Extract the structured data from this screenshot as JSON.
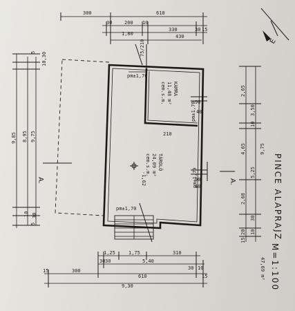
{
  "drawing": {
    "title": "PINCE ALAPRAJZ",
    "scale": "M=1:100",
    "area": "47,69 m²",
    "section_marks": [
      "A.",
      "A."
    ]
  },
  "rooms": [
    {
      "name": "KAMRA",
      "area": "11,48 m²",
      "floor": "cem.s.m."
    },
    {
      "name": "TÁROLÓ",
      "area": "24,09 m²",
      "floor": "cem.s.m."
    }
  ],
  "levels": {
    "kamra_level": "pm±1,70",
    "corner_level": "pm±1,70",
    "mid_level": "pm±1,70",
    "bottom_level": "pm±1,70",
    "center_mark": "-1,62"
  },
  "openings": {
    "door_top": "75/210",
    "door_inner": "210",
    "window_right_1_w": "90",
    "window_right_1_h": "40",
    "window_right_2_w": "90",
    "window_right_2_h": "40"
  },
  "top_dims": {
    "row1": [
      "300",
      "610"
    ],
    "row2": [
      "30",
      "200",
      "10",
      "330",
      "30",
      "15"
    ],
    "row3": [
      "1,80",
      "430"
    ]
  },
  "left_dims": {
    "outer": [
      "9,85",
      "8,95",
      "9,75"
    ],
    "small": [
      "10,30",
      "5",
      "30",
      "10",
      "5"
    ]
  },
  "right_dims": {
    "a": [
      "2,65",
      "3,50",
      "10",
      "4,65",
      "2,68",
      "30",
      "20"
    ],
    "b": [
      "9,75",
      "5,25",
      "10",
      "15"
    ]
  },
  "bottom_dims": {
    "row1": [
      "1,25",
      "30",
      "1,75",
      "310"
    ],
    "row2": [
      "30",
      "5,40",
      "30",
      "10"
    ],
    "row3": [
      "15",
      "300",
      "610",
      "15"
    ],
    "row4": [
      "9,30"
    ]
  }
}
